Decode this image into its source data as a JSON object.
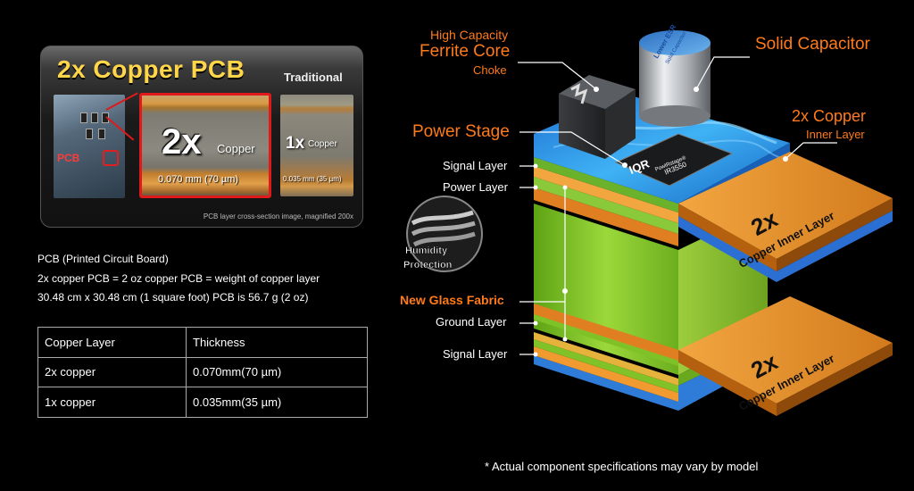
{
  "photo_panel": {
    "title": "2x Copper PCB",
    "traditional": "Traditional",
    "pcb_label": "PCB",
    "copper2x_big": "2x",
    "copper2x_word": "Copper",
    "copper2x_thickness": "0.070 mm (70 µm)",
    "copper1x_big": "1x",
    "copper1x_word": "Copper",
    "copper1x_thickness": "0.035 mm (35 µm)",
    "caption": "PCB layer cross-section image, magnified 200x"
  },
  "description": {
    "line1": "PCB (Printed Circuit Board)",
    "line2": "2x copper PCB = 2 oz copper PCB = weight of copper layer",
    "line3": "30.48 cm x 30.48 cm (1 square foot) PCB is 56.7 g (2 oz)"
  },
  "table": {
    "headers": [
      "Copper Layer",
      "Thickness"
    ],
    "rows": [
      [
        "2x copper",
        "0.070mm(70 µm)"
      ],
      [
        "1x copper",
        "0.035mm(35 µm)"
      ]
    ]
  },
  "diagram": {
    "high_capacity": "High Capacity",
    "ferrite_core": "Ferrite Core",
    "choke": "Choke",
    "solid_capacitor": "Solid Capacitor",
    "power_stage": "Power Stage",
    "copper_2x": "2x Copper",
    "inner_layer": "Inner Layer",
    "signal_layer_top": "Signal Layer",
    "power_layer": "Power Layer",
    "humidity": "Humidity",
    "protection": "Protection",
    "new_glass_fabric": "New Glass Fabric",
    "ground_layer": "Ground Layer",
    "signal_layer_bottom": "Signal Layer",
    "slab_2x": "2x",
    "slab_text": "Copper Inner Layer",
    "chip_brand": "IQR",
    "chip_series": "PowIRstage®",
    "chip_model": "IR3550",
    "cap_text_1": "Lower ESR",
    "cap_text_2": "Solid Capacitor"
  },
  "disclaimer": "* Actual component specifications may vary by model",
  "colors": {
    "accent_orange": "#ff7a1a",
    "title_yellow": "#ffd64a",
    "highlight_red": "#e01a1a",
    "copper": "#d98b2a",
    "glass_green": "#7fc21e"
  }
}
